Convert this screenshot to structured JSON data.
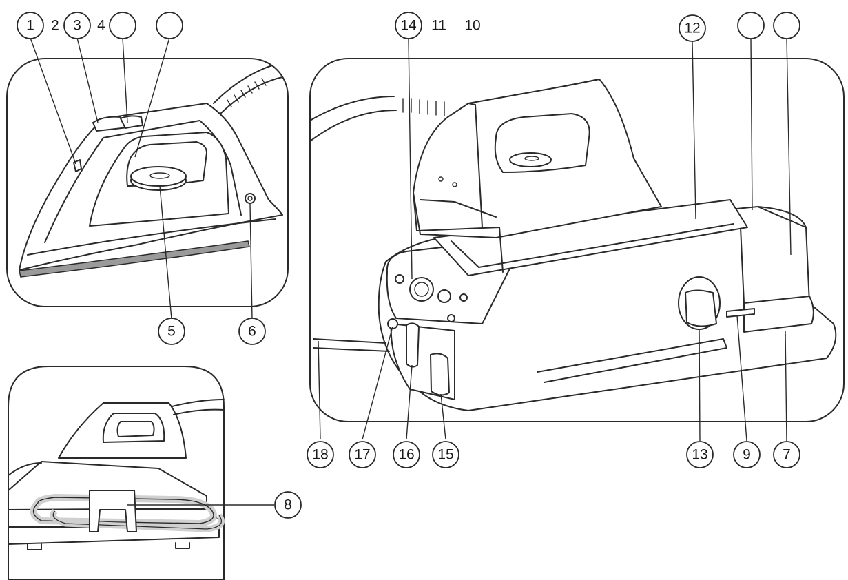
{
  "callouts": {
    "c1": "1",
    "t2": "2",
    "c3": "3",
    "t4": "4",
    "c5": "5",
    "c6": "6",
    "c7": "7",
    "c8": "8",
    "c9": "9",
    "t10": "10",
    "t11": "11",
    "c12": "12",
    "c13": "13",
    "c14": "14",
    "c15": "15",
    "c16": "16",
    "c17": "17",
    "c18": "18"
  },
  "colors": {
    "line": "#2a2a2a",
    "soleplate": "#9a9a9a",
    "cord": "#d0d0d0"
  }
}
